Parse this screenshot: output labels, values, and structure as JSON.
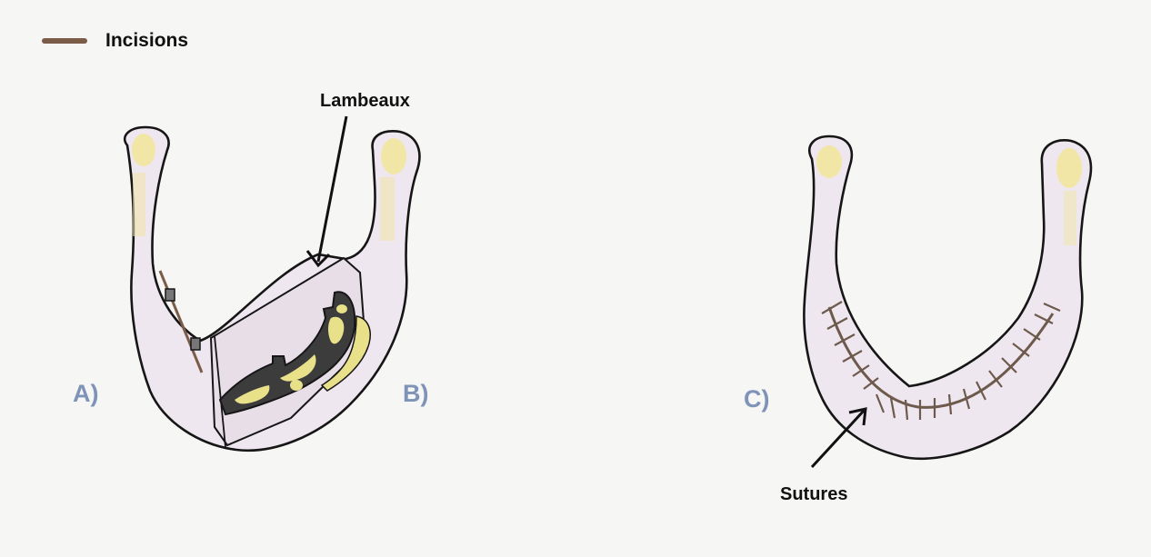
{
  "legend": {
    "label": "Incisions",
    "swatch_color": "#7a5c48"
  },
  "labels": {
    "flaps": "Lambeaux",
    "sutures": "Sutures"
  },
  "panels": {
    "a": "A)",
    "b": "B)",
    "c": "C)"
  },
  "colors": {
    "background": "#f6f6f4",
    "jaw_fill": "#efe7ef",
    "outline": "#161616",
    "condyle_yellow": "#f1e6a6",
    "implant_gray": "#3c3c3c",
    "implant_yellow": "#e9e08a",
    "suture_brown": "#6e5a4d",
    "panel_label": "#7f93b8"
  }
}
